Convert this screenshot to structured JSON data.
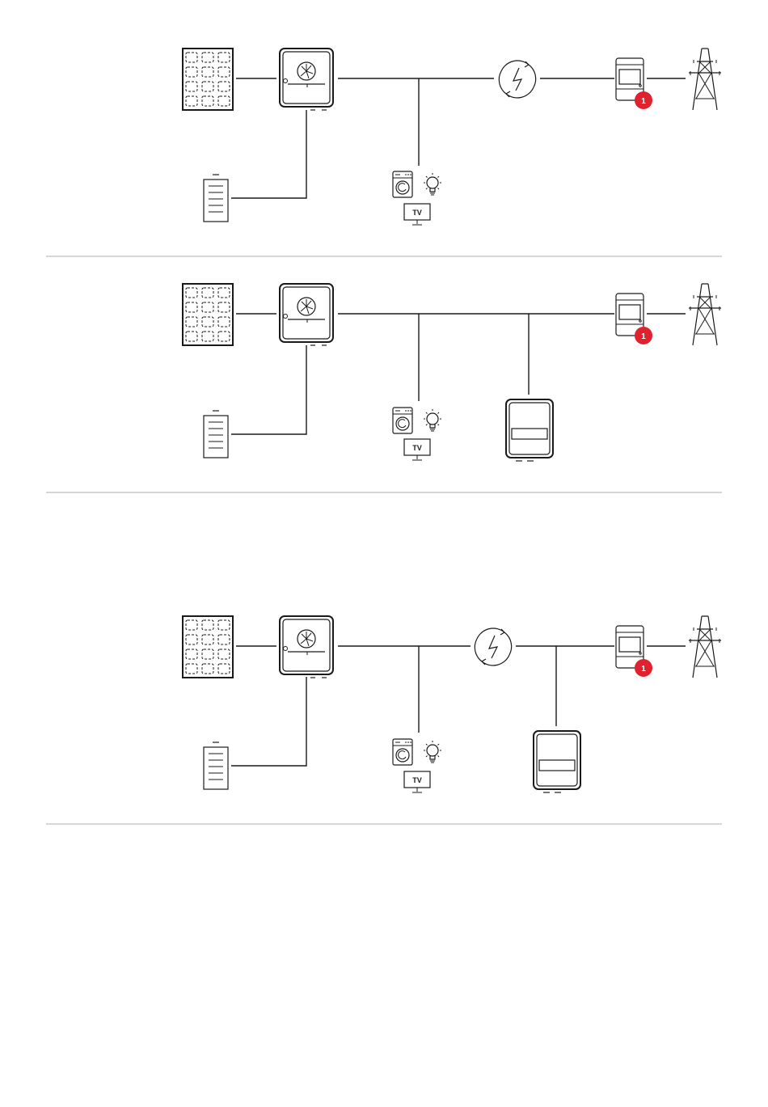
{
  "colors": {
    "line": "#1a1a1a",
    "badge": "#e0222f",
    "separator": "#c8c8c8"
  },
  "badge_label": "1",
  "tv_label": "TV",
  "diagrams": [
    {
      "id": "diagram-1",
      "has_converter": true,
      "has_secondary_inverter": false
    },
    {
      "id": "diagram-2",
      "has_converter": false,
      "has_secondary_inverter": true
    },
    {
      "id": "diagram-3",
      "has_converter": true,
      "has_secondary_inverter": true
    }
  ],
  "icons": [
    "solar-panel-icon",
    "inverter-icon",
    "battery-icon",
    "household-loads-icon",
    "washing-machine-icon",
    "light-bulb-icon",
    "tv-icon",
    "ac-converter-icon",
    "energy-meter-icon",
    "secondary-inverter-icon",
    "power-pylon-icon"
  ]
}
